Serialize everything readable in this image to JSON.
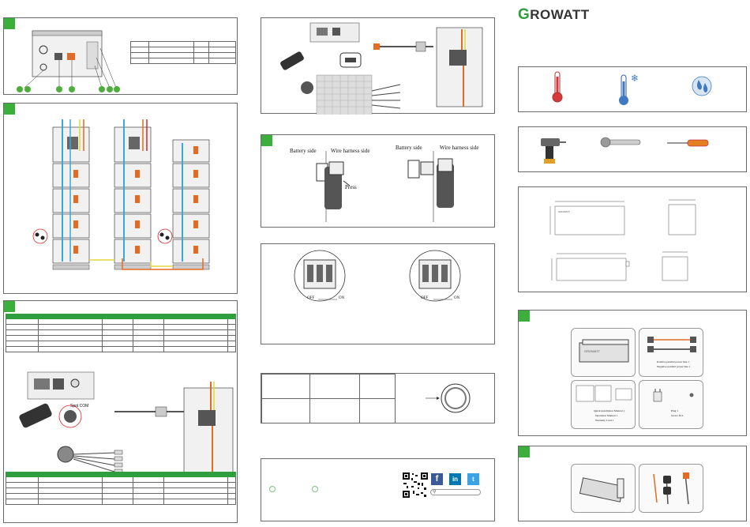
{
  "brand": {
    "logo_letter": "G",
    "logo_rest": "ROWATT"
  },
  "connectors": {
    "battery_side": "Battery side",
    "wire_harness_side": "Wire harness side",
    "press": "Press"
  },
  "switch": {
    "off": "OFF",
    "on": "ON"
  },
  "cable_label": "Spot COM",
  "accessories": {
    "pos_cable": "Positive parallel power line  1",
    "neg_cable": "Negative parallel power line  1",
    "quick_manual": "Quick installation Manual   1",
    "operation_manual": "Operation Manual   1",
    "warranty_card": "Warranty Card   1",
    "plug": "Plug   1",
    "screw": "Screw M   2"
  },
  "social": {
    "facebook": "f",
    "linkedin": "in",
    "twitter": "t"
  }
}
